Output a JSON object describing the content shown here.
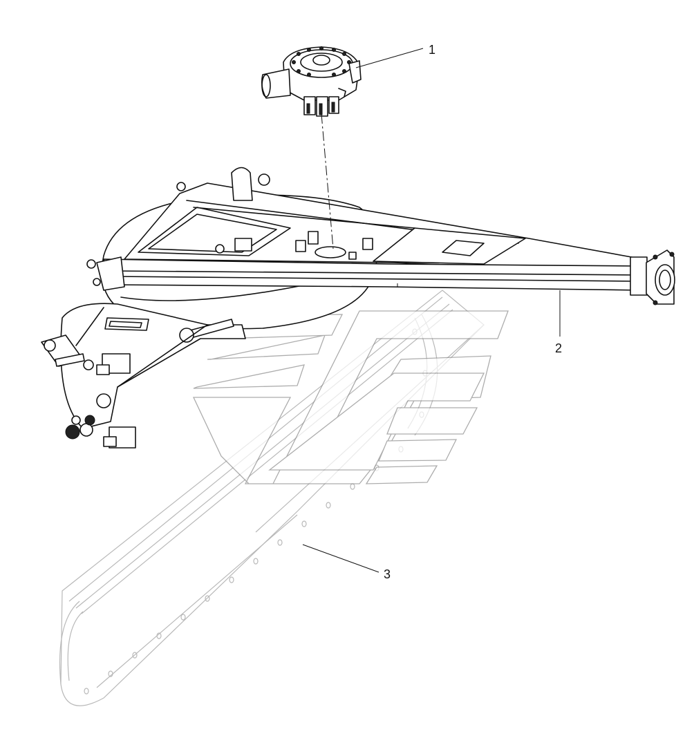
{
  "figure": {
    "background": "#ffffff",
    "ink_color": "#111111",
    "ghost_color": "#b8b8b8",
    "watermark_color": "#8a8a8a"
  },
  "callouts": [
    {
      "id": "1",
      "label": "1",
      "part": "gearbox-assembly"
    },
    {
      "id": "2",
      "label": "2",
      "part": "boom-frame"
    },
    {
      "id": "3",
      "label": "3",
      "part": "conveyor-housing"
    }
  ]
}
